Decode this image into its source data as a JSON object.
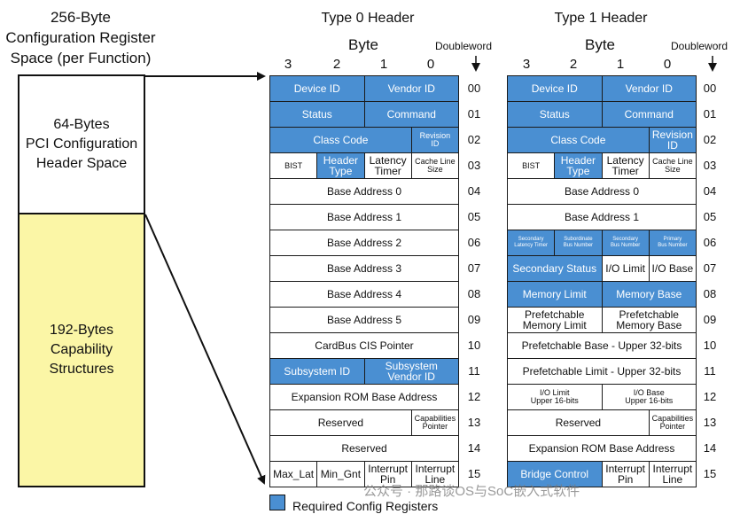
{
  "left": {
    "title": "256-Byte\nConfiguration Register\nSpace (per Function)",
    "top_block": "64-Bytes\nPCI Configuration\nHeader Space",
    "bottom_block": "192-Bytes\nCapability\nStructures",
    "bottom_color": "#fbf6a6"
  },
  "type0": {
    "title": "Type 0 Header",
    "byte_label": "Byte",
    "doubleword_label": "Doubleword",
    "byte_nums": [
      "3",
      "2",
      "1",
      "0"
    ],
    "dwords": [
      "00",
      "01",
      "02",
      "03",
      "04",
      "05",
      "06",
      "07",
      "08",
      "09",
      "10",
      "11",
      "12",
      "13",
      "14",
      "15"
    ],
    "cells": [
      {
        "t": "Device ID",
        "r": 0,
        "c": 0,
        "w": 2,
        "req": true
      },
      {
        "t": "Vendor ID",
        "r": 0,
        "c": 2,
        "w": 2,
        "req": true
      },
      {
        "t": "Status",
        "r": 1,
        "c": 0,
        "w": 2,
        "req": true
      },
      {
        "t": "Command",
        "r": 1,
        "c": 2,
        "w": 2,
        "req": true
      },
      {
        "t": "Class Code",
        "r": 2,
        "c": 0,
        "w": 3,
        "req": true
      },
      {
        "t": "Revision\nID",
        "r": 2,
        "c": 3,
        "w": 1,
        "req": true,
        "s": "small"
      },
      {
        "t": "BIST",
        "r": 3,
        "c": 0,
        "w": 1,
        "req": false,
        "s": "small"
      },
      {
        "t": "Header\nType",
        "r": 3,
        "c": 1,
        "w": 1,
        "req": true
      },
      {
        "t": "Latency\nTimer",
        "r": 3,
        "c": 2,
        "w": 1,
        "req": false
      },
      {
        "t": "Cache Line\nSize",
        "r": 3,
        "c": 3,
        "w": 1,
        "req": false,
        "s": "small"
      },
      {
        "t": "Base Address 0",
        "r": 4,
        "c": 0,
        "w": 4,
        "req": false
      },
      {
        "t": "Base Address 1",
        "r": 5,
        "c": 0,
        "w": 4,
        "req": false
      },
      {
        "t": "Base Address 2",
        "r": 6,
        "c": 0,
        "w": 4,
        "req": false
      },
      {
        "t": "Base Address 3",
        "r": 7,
        "c": 0,
        "w": 4,
        "req": false
      },
      {
        "t": "Base Address 4",
        "r": 8,
        "c": 0,
        "w": 4,
        "req": false
      },
      {
        "t": "Base Address 5",
        "r": 9,
        "c": 0,
        "w": 4,
        "req": false
      },
      {
        "t": "CardBus CIS Pointer",
        "r": 10,
        "c": 0,
        "w": 4,
        "req": false
      },
      {
        "t": "Subsystem ID",
        "r": 11,
        "c": 0,
        "w": 2,
        "req": true
      },
      {
        "t": "Subsystem\nVendor ID",
        "r": 11,
        "c": 2,
        "w": 2,
        "req": true
      },
      {
        "t": "Expansion ROM Base Address",
        "r": 12,
        "c": 0,
        "w": 4,
        "req": false
      },
      {
        "t": "Reserved",
        "r": 13,
        "c": 0,
        "w": 3,
        "req": false
      },
      {
        "t": "Capabilities\nPointer",
        "r": 13,
        "c": 3,
        "w": 1,
        "req": false,
        "s": "small"
      },
      {
        "t": "Reserved",
        "r": 14,
        "c": 0,
        "w": 4,
        "req": false
      },
      {
        "t": "Max_Lat",
        "r": 15,
        "c": 0,
        "w": 1,
        "req": false
      },
      {
        "t": "Min_Gnt",
        "r": 15,
        "c": 1,
        "w": 1,
        "req": false
      },
      {
        "t": "Interrupt\nPin",
        "r": 15,
        "c": 2,
        "w": 1,
        "req": false
      },
      {
        "t": "Interrupt\nLine",
        "r": 15,
        "c": 3,
        "w": 1,
        "req": false
      }
    ]
  },
  "type1": {
    "title": "Type 1 Header",
    "byte_label": "Byte",
    "doubleword_label": "Doubleword",
    "byte_nums": [
      "3",
      "2",
      "1",
      "0"
    ],
    "dwords": [
      "00",
      "01",
      "02",
      "03",
      "04",
      "05",
      "06",
      "07",
      "08",
      "09",
      "10",
      "11",
      "12",
      "13",
      "14",
      "15"
    ],
    "cells": [
      {
        "t": "Device ID",
        "r": 0,
        "c": 0,
        "w": 2,
        "req": true
      },
      {
        "t": "Vendor ID",
        "r": 0,
        "c": 2,
        "w": 2,
        "req": true
      },
      {
        "t": "Status",
        "r": 1,
        "c": 0,
        "w": 2,
        "req": true
      },
      {
        "t": "Command",
        "r": 1,
        "c": 2,
        "w": 2,
        "req": true
      },
      {
        "t": "Class Code",
        "r": 2,
        "c": 0,
        "w": 3,
        "req": true
      },
      {
        "t": "Revision\nID",
        "r": 2,
        "c": 3,
        "w": 1,
        "req": true
      },
      {
        "t": "BIST",
        "r": 3,
        "c": 0,
        "w": 1,
        "req": false,
        "s": "small"
      },
      {
        "t": "Header\nType",
        "r": 3,
        "c": 1,
        "w": 1,
        "req": true
      },
      {
        "t": "Latency\nTimer",
        "r": 3,
        "c": 2,
        "w": 1,
        "req": false
      },
      {
        "t": "Cache Line\nSize",
        "r": 3,
        "c": 3,
        "w": 1,
        "req": false,
        "s": "small"
      },
      {
        "t": "Base Address 0",
        "r": 4,
        "c": 0,
        "w": 4,
        "req": false
      },
      {
        "t": "Base Address 1",
        "r": 5,
        "c": 0,
        "w": 4,
        "req": false
      },
      {
        "t": "Secondary\nLatency Timer",
        "r": 6,
        "c": 0,
        "w": 1,
        "req": true,
        "s": "tiny"
      },
      {
        "t": "Subordinate\nBus Number",
        "r": 6,
        "c": 1,
        "w": 1,
        "req": true,
        "s": "tiny"
      },
      {
        "t": "Secondary\nBus Number",
        "r": 6,
        "c": 2,
        "w": 1,
        "req": true,
        "s": "tiny"
      },
      {
        "t": "Primary\nBus Number",
        "r": 6,
        "c": 3,
        "w": 1,
        "req": true,
        "s": "tiny"
      },
      {
        "t": "Secondary Status",
        "r": 7,
        "c": 0,
        "w": 2,
        "req": true
      },
      {
        "t": "I/O Limit",
        "r": 7,
        "c": 2,
        "w": 1,
        "req": false
      },
      {
        "t": "I/O Base",
        "r": 7,
        "c": 3,
        "w": 1,
        "req": false
      },
      {
        "t": "Memory Limit",
        "r": 8,
        "c": 0,
        "w": 2,
        "req": true
      },
      {
        "t": "Memory Base",
        "r": 8,
        "c": 2,
        "w": 2,
        "req": true
      },
      {
        "t": "Prefetchable\nMemory Limit",
        "r": 9,
        "c": 0,
        "w": 2,
        "req": false
      },
      {
        "t": "Prefetchable\nMemory Base",
        "r": 9,
        "c": 2,
        "w": 2,
        "req": false
      },
      {
        "t": "Prefetchable Base - Upper 32-bits",
        "r": 10,
        "c": 0,
        "w": 4,
        "req": false
      },
      {
        "t": "Prefetchable Limit - Upper 32-bits",
        "r": 11,
        "c": 0,
        "w": 4,
        "req": false
      },
      {
        "t": "I/O Limit\nUpper 16-bits",
        "r": 12,
        "c": 0,
        "w": 2,
        "req": false,
        "s": "small"
      },
      {
        "t": "I/O Base\nUpper 16-bits",
        "r": 12,
        "c": 2,
        "w": 2,
        "req": false,
        "s": "small"
      },
      {
        "t": "Reserved",
        "r": 13,
        "c": 0,
        "w": 3,
        "req": false
      },
      {
        "t": "Capabilities\nPointer",
        "r": 13,
        "c": 3,
        "w": 1,
        "req": false,
        "s": "small"
      },
      {
        "t": "Expansion ROM Base Address",
        "r": 14,
        "c": 0,
        "w": 4,
        "req": false
      },
      {
        "t": "Bridge Control",
        "r": 15,
        "c": 0,
        "w": 2,
        "req": true
      },
      {
        "t": "Interrupt\nPin",
        "r": 15,
        "c": 2,
        "w": 1,
        "req": false
      },
      {
        "t": "Interrupt\nLine",
        "r": 15,
        "c": 3,
        "w": 1,
        "req": false
      }
    ]
  },
  "legend": {
    "label": "Required Config Registers",
    "color": "#4a8fd2"
  },
  "watermark": "公众号 · 那路谈OS与SoC嵌入式软件"
}
